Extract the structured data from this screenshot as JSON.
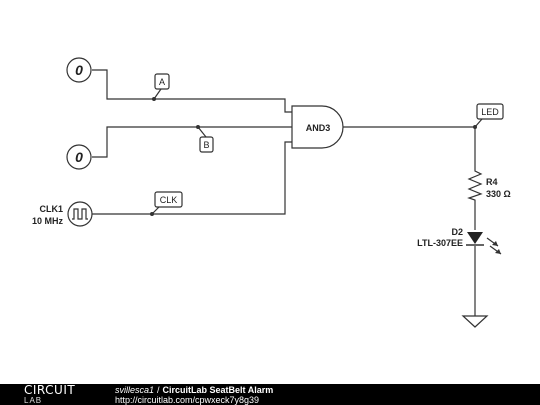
{
  "diagram": {
    "source_a": {
      "value": "0"
    },
    "source_b": {
      "value": "0"
    },
    "clock": {
      "name": "CLK1",
      "frequency": "10 MHz"
    },
    "gate": {
      "label": "AND3"
    },
    "tags": {
      "a": "A",
      "b": "B",
      "clk": "CLK",
      "led": "LED"
    },
    "resistor": {
      "name": "R4",
      "value": "330 Ω"
    },
    "diode": {
      "name": "D2",
      "part": "LTL-307EE"
    }
  },
  "footer": {
    "logo_top": "CIRCUIT",
    "logo_bottom": "LAB",
    "author": "svillesca1",
    "separator": "/",
    "title": "CircuitLab SeatBelt Alarm",
    "url": "http://circuitlab.com/cpwxeck7y8g39"
  },
  "colors": {
    "wire": "#333333",
    "footer_bg": "#000000",
    "footer_text": "#ffffff"
  }
}
